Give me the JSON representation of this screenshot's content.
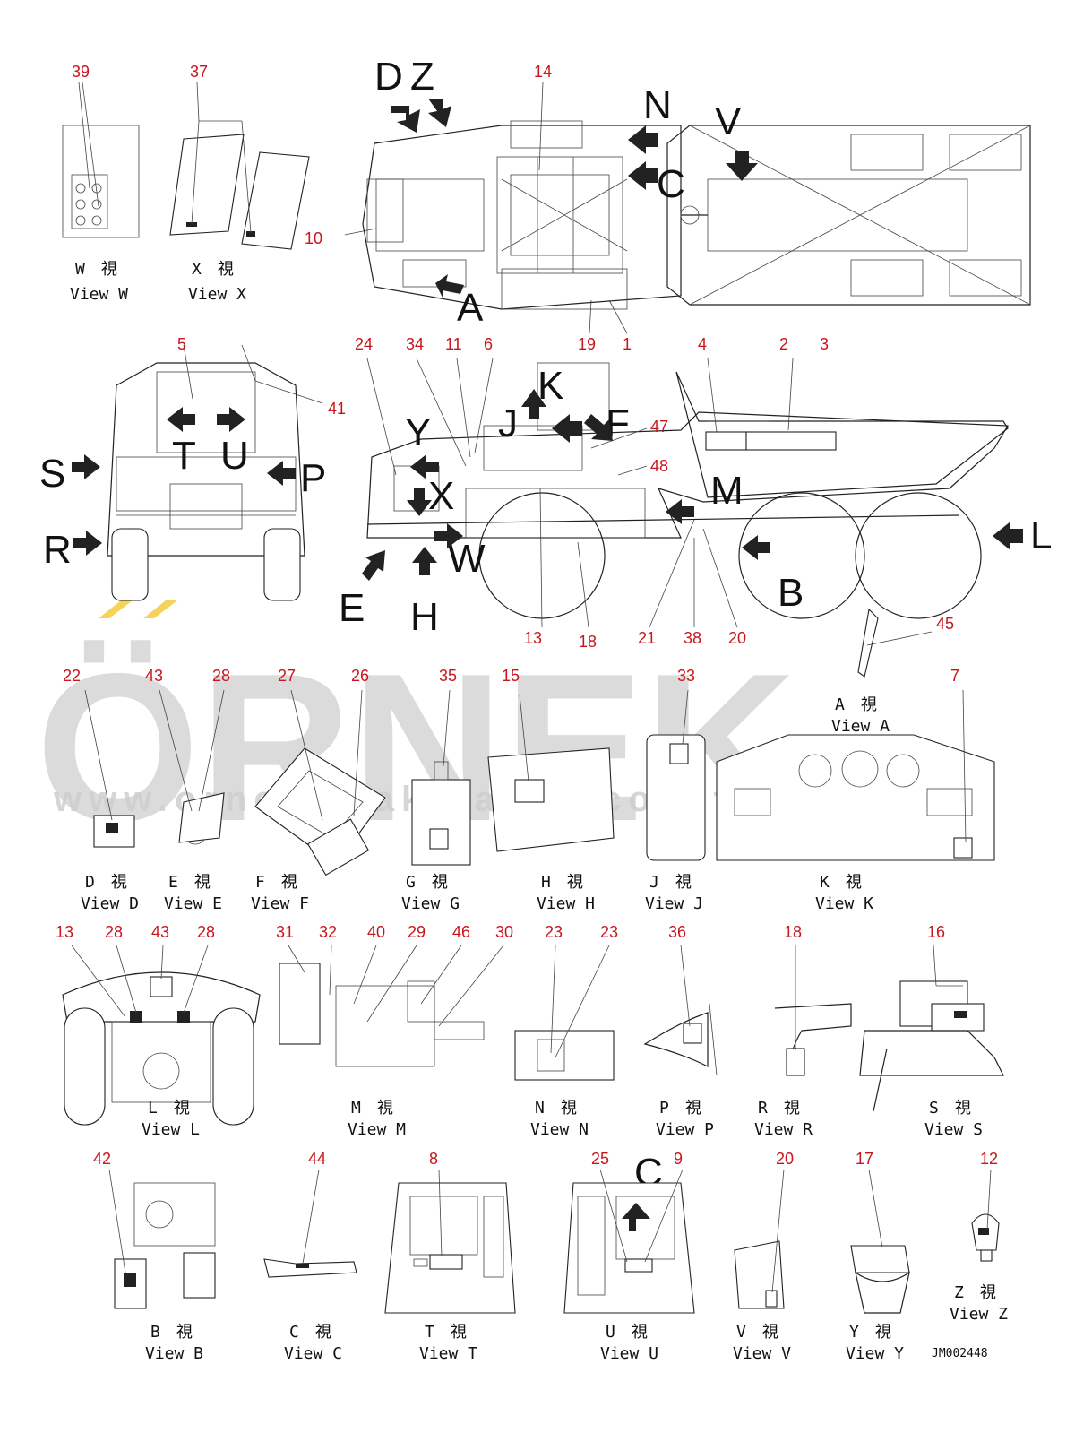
{
  "watermark": {
    "brand": "ÖRNEK",
    "url": "www.orneksmakinalari.com.tr",
    "accent": "#f6d25a"
  },
  "drawing_code": "JM002448",
  "colors": {
    "callout": "#c8161d",
    "line": "#222222"
  },
  "big_letters": [
    "D",
    "Z",
    "N",
    "C",
    "V",
    "A",
    "K",
    "F",
    "J",
    "Y",
    "X",
    "W",
    "E",
    "H",
    "M",
    "B",
    "L",
    "S",
    "R",
    "T",
    "U",
    "P",
    "C"
  ],
  "callouts": {
    "n39": "39",
    "n37": "37",
    "n14": "14",
    "n10": "10",
    "n19": "19",
    "n1": "1",
    "n5": "5",
    "n41": "41",
    "n24": "24",
    "n34": "34",
    "n11": "11",
    "n6": "6",
    "n4": "4",
    "n2": "2",
    "n3": "3",
    "n47": "47",
    "n48": "48",
    "n13a": "13",
    "n18a": "18",
    "n21": "21",
    "n38": "38",
    "n20a": "20",
    "n45": "45",
    "n22": "22",
    "n43a": "43",
    "n28a": "28",
    "n27": "27",
    "n26": "26",
    "n35": "35",
    "n15": "15",
    "n33": "33",
    "n7": "7",
    "n13b": "13",
    "n28b": "28",
    "n43b": "43",
    "n28c": "28",
    "n31": "31",
    "n32": "32",
    "n40": "40",
    "n29": "29",
    "n46": "46",
    "n30": "30",
    "n23a": "23",
    "n23b": "23",
    "n36": "36",
    "n18b": "18",
    "n16": "16",
    "n42": "42",
    "n44": "44",
    "n8": "8",
    "n25": "25",
    "n9": "9",
    "n20b": "20",
    "n17": "17",
    "n12": "12"
  },
  "views": {
    "W": {
      "jp": "W　視",
      "en": "View W"
    },
    "X": {
      "jp": "X　視",
      "en": "View X"
    },
    "A": {
      "jp": "A　視",
      "en": "View A"
    },
    "D": {
      "jp": "D　視",
      "en": "View D"
    },
    "E": {
      "jp": "E　視",
      "en": "View E"
    },
    "F": {
      "jp": "F　視",
      "en": "View F"
    },
    "G": {
      "jp": "G　視",
      "en": "View G"
    },
    "H": {
      "jp": "H　視",
      "en": "View H"
    },
    "J": {
      "jp": "J　視",
      "en": "View J"
    },
    "K": {
      "jp": "K　視",
      "en": "View K"
    },
    "L": {
      "jp": "L　視",
      "en": "View L"
    },
    "M": {
      "jp": "M　視",
      "en": "View M"
    },
    "N": {
      "jp": "N　視",
      "en": "View N"
    },
    "P": {
      "jp": "P　視",
      "en": "View P"
    },
    "R": {
      "jp": "R　視",
      "en": "View R"
    },
    "S": {
      "jp": "S　視",
      "en": "View S"
    },
    "B": {
      "jp": "B　視",
      "en": "View B"
    },
    "C": {
      "jp": "C　視",
      "en": "View C"
    },
    "T": {
      "jp": "T　視",
      "en": "View T"
    },
    "U": {
      "jp": "U　視",
      "en": "View U"
    },
    "V": {
      "jp": "V　視",
      "en": "View V"
    },
    "Y": {
      "jp": "Y　視",
      "en": "View Y"
    },
    "Z": {
      "jp": "Z　視",
      "en": "View Z"
    }
  }
}
